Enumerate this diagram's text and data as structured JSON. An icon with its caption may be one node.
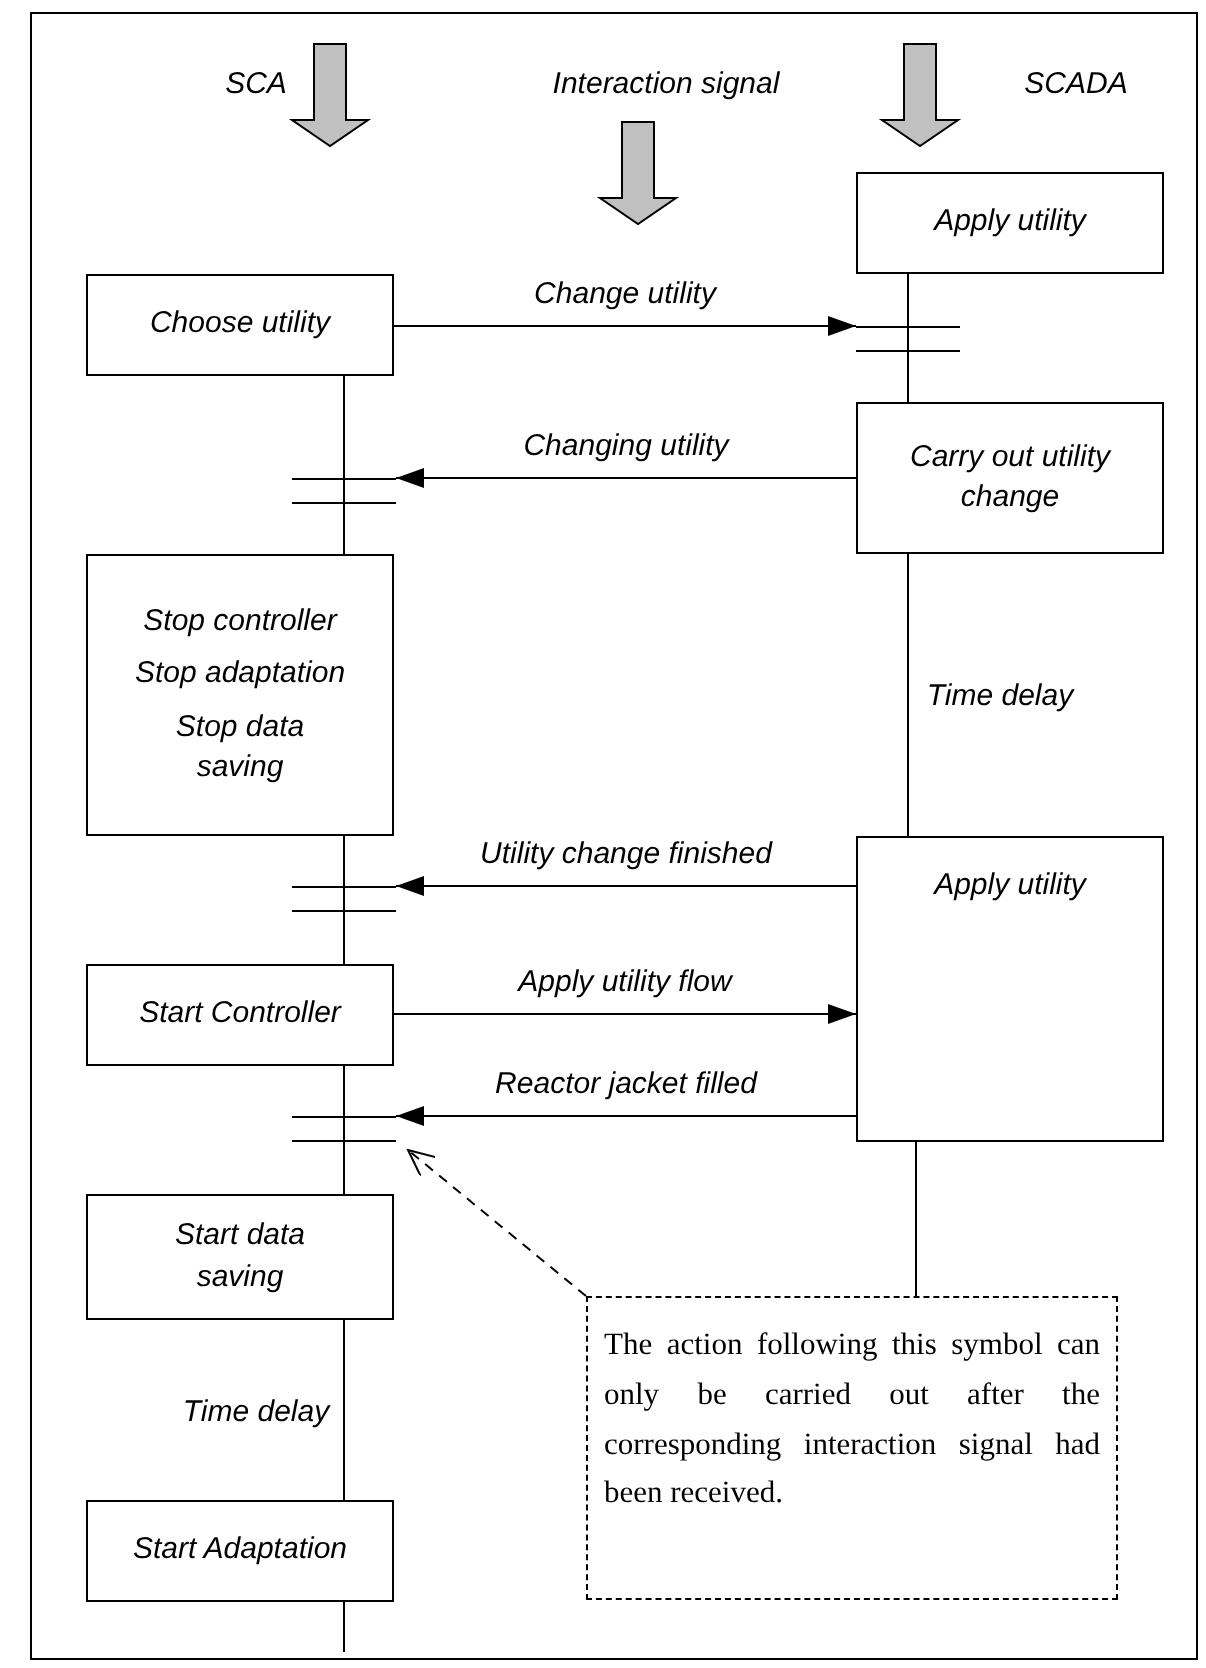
{
  "diagram": {
    "nodes": [
      {
        "text": [
          "Apply utility"
        ]
      },
      {
        "text": [
          "Choose utility"
        ]
      },
      {
        "text": [],
        "shape": "bar"
      },
      {
        "text": [
          "Carry out utility change"
        ]
      },
      {
        "text": [],
        "shape": "bar"
      },
      {
        "text": [
          "Stop controller",
          "Stop adaptation",
          "Stop data saving"
        ]
      },
      {
        "text": [
          "Apply utility"
        ]
      },
      {
        "text": [],
        "shape": "bar"
      },
      {
        "text": [
          "Start Controller"
        ]
      },
      {
        "text": [],
        "shape": "bar"
      },
      {
        "text": [
          "Start data saving"
        ]
      },
      {
        "text": [
          "Start Adaptation"
        ]
      },
      {
        "text": [
          "The action following this symbol can only be carried out after the corresponding interaction signal had been received."
        ]
      }
    ],
    "edges": [
      {
        "from": 0,
        "to": 2,
        "arrow": "none"
      },
      {
        "from": 2,
        "to": 3,
        "arrow": "none"
      },
      {
        "from": 3,
        "to": 6,
        "arrow": "none",
        "label": "Time delay"
      },
      {
        "from": 6,
        "to": 12,
        "arrow": "none"
      },
      {
        "from": 1,
        "to": 4,
        "arrow": "none"
      },
      {
        "from": 4,
        "to": 5,
        "arrow": "none"
      },
      {
        "from": 5,
        "to": 7,
        "arrow": "none"
      },
      {
        "from": 7,
        "to": 8,
        "arrow": "none"
      },
      {
        "from": 8,
        "to": 9,
        "arrow": "none"
      },
      {
        "from": 9,
        "to": 10,
        "arrow": "none"
      },
      {
        "from": 10,
        "to": 11,
        "arrow": "none",
        "label": "Time delay"
      },
      {
        "from": 11,
        "to": null,
        "arrow": "none"
      },
      {
        "from": 1,
        "to": 2,
        "arrow": "to",
        "label": "Change utility"
      },
      {
        "from": 3,
        "to": 4,
        "arrow": "to",
        "label": "Changing utility"
      },
      {
        "from": 6,
        "to": 7,
        "arrow": "to",
        "label": "Utility change finished"
      },
      {
        "from": 8,
        "to": 6,
        "arrow": "to",
        "label": "Apply utility flow"
      },
      {
        "from": 6,
        "to": 9,
        "arrow": "to",
        "label": "Reactor jacket filled"
      },
      {
        "from": 12,
        "to": 9,
        "arrow": "to",
        "style": "dashed"
      }
    ],
    "labels": [
      "SCA",
      "Interaction signal",
      "SCADA"
    ]
  }
}
